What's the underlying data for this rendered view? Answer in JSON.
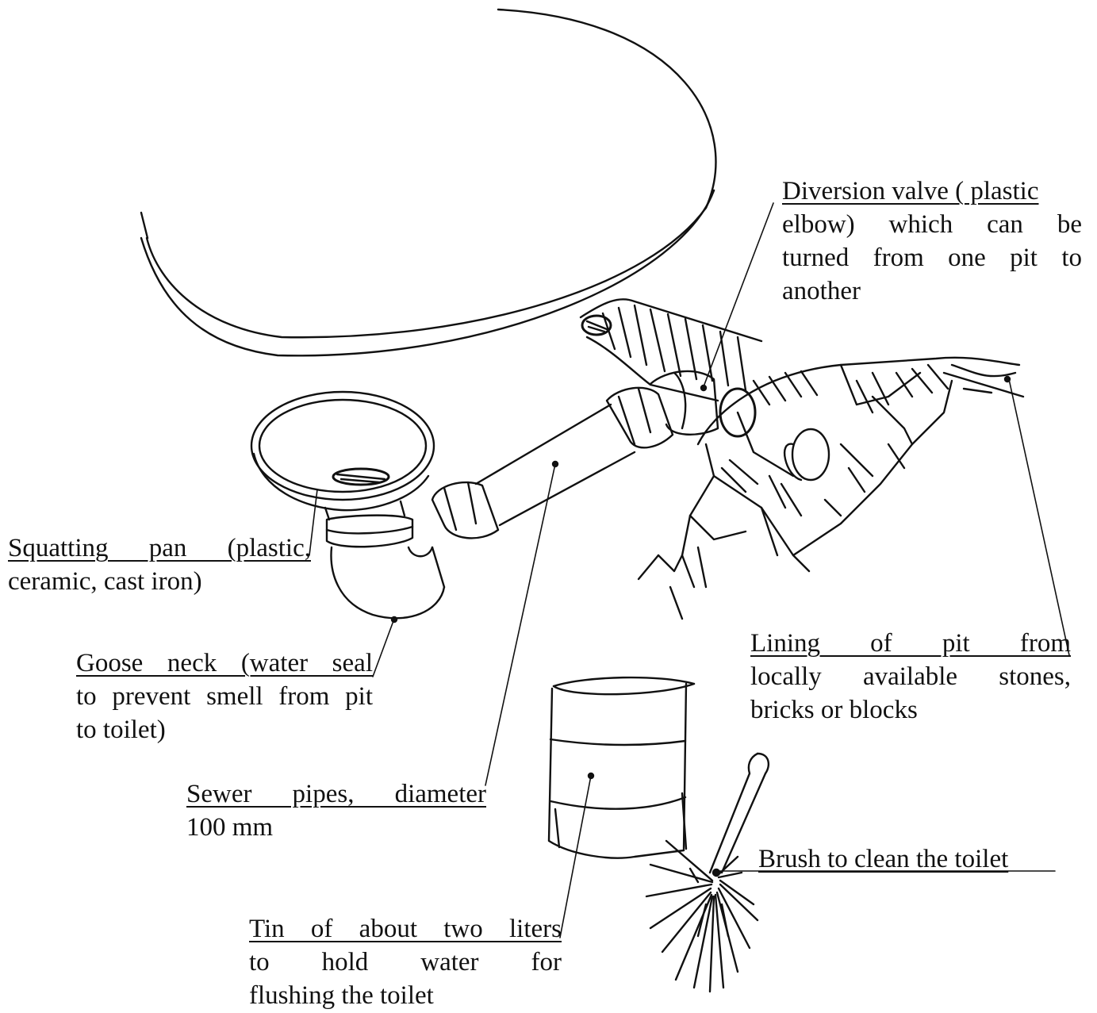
{
  "labels": {
    "diversion_valve": {
      "line1": "Diversion valve ( plastic",
      "line2": "elbow)  which  can  be",
      "line3": "turned  from  one  pit  to",
      "line4": "another"
    },
    "squatting_pan": {
      "line1": "Squatting  pan  (plastic,",
      "line2": "ceramic, cast iron)"
    },
    "goose_neck": {
      "line1": "Goose  neck  (water  seal",
      "line2": "to prevent smell from pit",
      "line3": "to toilet)"
    },
    "lining": {
      "line1": "Lining    of    pit    from",
      "line2": "locally  available  stones,",
      "line3": "bricks or blocks"
    },
    "sewer_pipes": {
      "line1": "Sewer  pipes,  diameter",
      "line2": "100 mm"
    },
    "brush": {
      "line1": "Brush to clean the toilet"
    },
    "tin": {
      "line1": "Tin  of  about  two  liters",
      "line2": "to      hold      water      for",
      "line3": "flushing the toilet"
    }
  }
}
